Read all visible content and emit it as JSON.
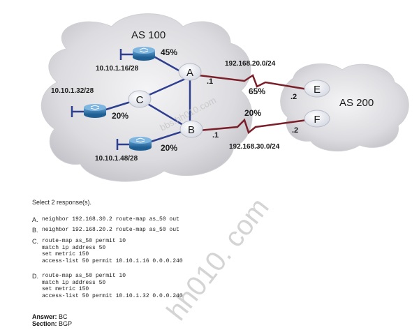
{
  "diagram": {
    "as100_label": "AS 100",
    "as200_label": "AS 200",
    "routers": {
      "A": "A",
      "B": "B",
      "C": "C",
      "E": "E",
      "F": "F"
    },
    "interfaces": {
      "a_dot1": ".1",
      "b_dot1": ".1",
      "e_dot2": ".2",
      "f_dot2": ".2"
    },
    "links": {
      "a_e_net": "192.168.20.0/24",
      "b_f_net": "192.168.30.0/24",
      "a_e_pct": "65%",
      "b_f_pct": "20%"
    },
    "subnets": {
      "top": "10.10.1.16/28",
      "middle": "10.10.1.32/28",
      "bottom": "10.10.1.48/28"
    },
    "subnet_pcts": {
      "top": "45%",
      "middle": "20%",
      "bottom": "20%"
    },
    "watermark_small": "bbs.hh010.com",
    "watermark_large": "hh010. com"
  },
  "question": {
    "prompt": "Select 2 response(s).",
    "options": [
      {
        "letter": "A.",
        "lines": [
          "neighbor 192.168.30.2 route-map as_50 out"
        ]
      },
      {
        "letter": "B.",
        "lines": [
          "neighbor 192.168.20.2 route-map as_50 out"
        ]
      },
      {
        "letter": "C.",
        "lines": [
          "route-map as_50 permit 10",
          "match ip address 50",
          "set metric 150",
          "access-list 50 permit 10.10.1.16 0.0.0.240"
        ]
      },
      {
        "letter": "D.",
        "lines": [
          "route-map as_50 permit 10",
          "match ip address 50",
          "set metric 150",
          "access-list 50 permit 10.10.1.32 0.0.0.240"
        ]
      }
    ],
    "answer_label": "Answer:",
    "answer_value": "BC",
    "section_label": "Section:",
    "section_value": "BGP"
  }
}
